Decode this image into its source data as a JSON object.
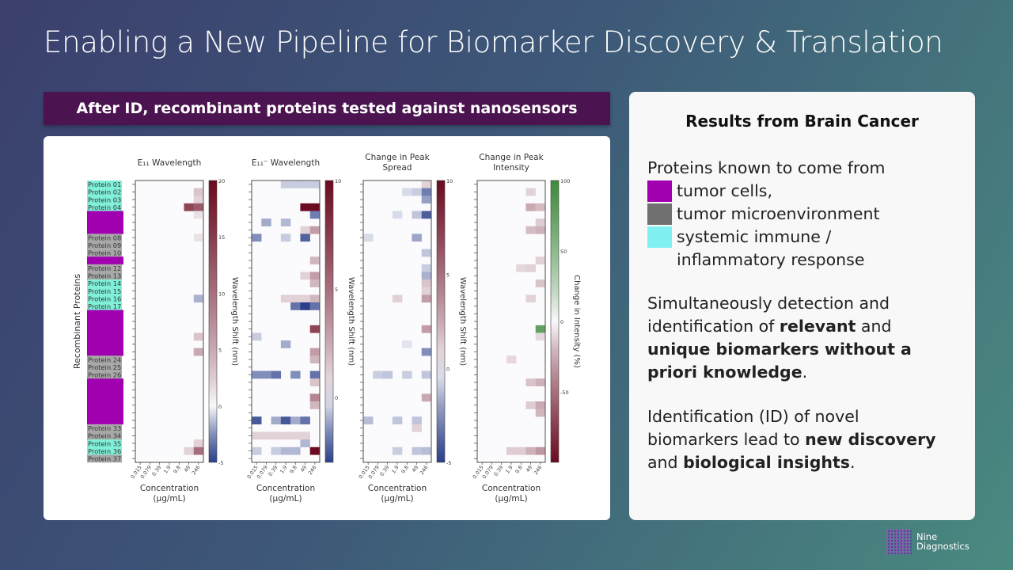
{
  "title": "Enabling a New Pipeline for Biomarker Discovery & Translation",
  "banner": "After ID, recombinant proteins tested against nanosensors",
  "figure": {
    "ylabel": "Recombinant Proteins",
    "xlabel_line1": "Concentration",
    "xlabel_line2": "(µg/mL)",
    "concentrations": [
      "0.015",
      "0.079",
      "0.39",
      "1.9",
      "9.8",
      "49",
      "246"
    ],
    "proteins": [
      {
        "label": "Protein 01",
        "group": "immune"
      },
      {
        "label": "Protein 02",
        "group": "immune"
      },
      {
        "label": "Protein 03",
        "group": "immune"
      },
      {
        "label": "Protein 04",
        "group": "immune"
      },
      {
        "label": "",
        "group": "tumor"
      },
      {
        "label": "",
        "group": "tumor"
      },
      {
        "label": "",
        "group": "tumor"
      },
      {
        "label": "Protein 08",
        "group": "micro"
      },
      {
        "label": "Protein 09",
        "group": "micro"
      },
      {
        "label": "Protein 10",
        "group": "micro"
      },
      {
        "label": "",
        "group": "tumor"
      },
      {
        "label": "Protein 12",
        "group": "micro"
      },
      {
        "label": "Protein 13",
        "group": "micro"
      },
      {
        "label": "Protein 14",
        "group": "immune"
      },
      {
        "label": "Protein 15",
        "group": "immune"
      },
      {
        "label": "Protein 16",
        "group": "immune"
      },
      {
        "label": "Protein 17",
        "group": "immune"
      },
      {
        "label": "",
        "group": "tumor"
      },
      {
        "label": "",
        "group": "tumor"
      },
      {
        "label": "",
        "group": "tumor"
      },
      {
        "label": "",
        "group": "tumor"
      },
      {
        "label": "",
        "group": "tumor"
      },
      {
        "label": "",
        "group": "tumor"
      },
      {
        "label": "Protein 24",
        "group": "micro"
      },
      {
        "label": "Protein 25",
        "group": "micro"
      },
      {
        "label": "Protein 26",
        "group": "micro"
      },
      {
        "label": "",
        "group": "tumor"
      },
      {
        "label": "",
        "group": "tumor"
      },
      {
        "label": "",
        "group": "tumor"
      },
      {
        "label": "",
        "group": "tumor"
      },
      {
        "label": "",
        "group": "tumor"
      },
      {
        "label": "",
        "group": "tumor"
      },
      {
        "label": "Protein 33",
        "group": "micro"
      },
      {
        "label": "Protein 34",
        "group": "micro"
      },
      {
        "label": "Protein 35",
        "group": "immune"
      },
      {
        "label": "Protein 36",
        "group": "immune"
      },
      {
        "label": "Protein 37",
        "group": "micro"
      }
    ],
    "group_colors": {
      "tumor": "#a000b0",
      "micro": "#a8a8a8",
      "immune": "#80f0d8"
    },
    "heatmaps": [
      {
        "title": "E₁₁ Wavelength",
        "cbar_label": "Wavelength Shift (nm)",
        "range": [
          -5,
          20
        ],
        "ticks": [
          "20",
          "15",
          "10",
          "5",
          "0",
          "-5"
        ],
        "tickvals": [
          20,
          15,
          10,
          5,
          0,
          -5
        ],
        "cmap": "rb",
        "cells": [
          [
            1,
            6,
            3
          ],
          [
            2,
            6,
            2
          ],
          [
            3,
            5,
            14
          ],
          [
            3,
            6,
            12
          ],
          [
            4,
            6,
            1
          ],
          [
            7,
            6,
            1
          ],
          [
            15,
            6,
            -1.5
          ],
          [
            20,
            6,
            3
          ],
          [
            22,
            6,
            5
          ],
          [
            34,
            6,
            2
          ],
          [
            35,
            5,
            2
          ],
          [
            35,
            6,
            10
          ]
        ]
      },
      {
        "title": "E₁₁⁻ Wavelength",
        "cbar_label": "Wavelength Shift (nm)",
        "range": [
          -3,
          10
        ],
        "ticks": [
          "10",
          "5",
          "0"
        ],
        "tickvals": [
          10,
          5,
          0
        ],
        "cmap": "rb",
        "cells": [
          [
            0,
            3,
            -0.5
          ],
          [
            0,
            4,
            -0.5
          ],
          [
            0,
            5,
            -0.5
          ],
          [
            0,
            6,
            -0.5
          ],
          [
            3,
            5,
            10
          ],
          [
            3,
            6,
            10
          ],
          [
            4,
            6,
            -1.8
          ],
          [
            5,
            1,
            -1
          ],
          [
            5,
            3,
            -0.8
          ],
          [
            6,
            5,
            1
          ],
          [
            6,
            6,
            3
          ],
          [
            7,
            0,
            -1.5
          ],
          [
            7,
            3,
            -0.5
          ],
          [
            7,
            5,
            -2.3
          ],
          [
            10,
            6,
            2
          ],
          [
            12,
            5,
            1
          ],
          [
            12,
            6,
            3
          ],
          [
            13,
            6,
            2
          ],
          [
            15,
            3,
            1
          ],
          [
            15,
            4,
            1
          ],
          [
            15,
            5,
            1
          ],
          [
            15,
            6,
            2
          ],
          [
            16,
            4,
            -2
          ],
          [
            16,
            5,
            -3
          ],
          [
            16,
            6,
            -2
          ],
          [
            19,
            6,
            7
          ],
          [
            20,
            0,
            -0.5
          ],
          [
            21,
            3,
            -1
          ],
          [
            22,
            6,
            3
          ],
          [
            23,
            6,
            2
          ],
          [
            25,
            0,
            -1.5
          ],
          [
            25,
            1,
            -1.5
          ],
          [
            25,
            2,
            -2
          ],
          [
            25,
            4,
            -1.5
          ],
          [
            25,
            6,
            -2
          ],
          [
            26,
            6,
            1.5
          ],
          [
            28,
            6,
            4
          ],
          [
            29,
            6,
            2
          ],
          [
            31,
            0,
            -2.5
          ],
          [
            31,
            2,
            -1
          ],
          [
            31,
            3,
            -2.5
          ],
          [
            31,
            4,
            -1
          ],
          [
            31,
            5,
            -2
          ],
          [
            33,
            0,
            1
          ],
          [
            33,
            1,
            1
          ],
          [
            33,
            2,
            1
          ],
          [
            33,
            3,
            1
          ],
          [
            33,
            4,
            1
          ],
          [
            33,
            5,
            1
          ],
          [
            34,
            5,
            -0.8
          ],
          [
            35,
            0,
            -0.5
          ],
          [
            35,
            2,
            -0.5
          ],
          [
            35,
            3,
            -0.8
          ],
          [
            35,
            4,
            -0.8
          ],
          [
            35,
            6,
            10
          ]
        ]
      },
      {
        "title": "Change in Peak Spread",
        "cbar_label": "Wavelength Shift (nm)",
        "range": [
          -5,
          10
        ],
        "ticks": [
          "10",
          "5",
          "0",
          "-5"
        ],
        "tickvals": [
          10,
          5,
          0,
          -5
        ],
        "cmap": "rb",
        "cells": [
          [
            0,
            6,
            1
          ],
          [
            1,
            4,
            -0.5
          ],
          [
            1,
            5,
            -0.8
          ],
          [
            1,
            6,
            -3
          ],
          [
            2,
            6,
            -2
          ],
          [
            4,
            3,
            -0.5
          ],
          [
            4,
            5,
            -1
          ],
          [
            4,
            6,
            -4
          ],
          [
            7,
            0,
            -0.5
          ],
          [
            7,
            5,
            -1.8
          ],
          [
            9,
            6,
            -1
          ],
          [
            11,
            6,
            -0.8
          ],
          [
            12,
            6,
            -1.5
          ],
          [
            13,
            6,
            1.5
          ],
          [
            14,
            6,
            1
          ],
          [
            15,
            3,
            1
          ],
          [
            15,
            6,
            3
          ],
          [
            19,
            6,
            3
          ],
          [
            21,
            4,
            -0.3
          ],
          [
            22,
            6,
            -2.5
          ],
          [
            25,
            1,
            -0.8
          ],
          [
            25,
            2,
            -1
          ],
          [
            25,
            4,
            -0.8
          ],
          [
            25,
            6,
            -1
          ],
          [
            28,
            6,
            2.5
          ],
          [
            31,
            0,
            -1.2
          ],
          [
            31,
            3,
            -1
          ],
          [
            31,
            5,
            -1
          ],
          [
            32,
            5,
            1
          ],
          [
            35,
            3,
            -0.8
          ],
          [
            35,
            5,
            -1
          ],
          [
            35,
            6,
            -1.2
          ]
        ]
      },
      {
        "title": "Change in Peak Intensity",
        "cbar_label": "Change in Intensity (%)",
        "range": [
          -100,
          100
        ],
        "ticks": [
          "100",
          "50",
          "0",
          "-50"
        ],
        "tickvals": [
          100,
          50,
          0,
          -50
        ],
        "cmap": "rg",
        "cells": [
          [
            1,
            5,
            -10
          ],
          [
            3,
            5,
            -25
          ],
          [
            3,
            6,
            -18
          ],
          [
            5,
            6,
            -12
          ],
          [
            6,
            5,
            -18
          ],
          [
            6,
            6,
            -22
          ],
          [
            10,
            6,
            -10
          ],
          [
            11,
            4,
            -8
          ],
          [
            11,
            5,
            -10
          ],
          [
            13,
            6,
            -15
          ],
          [
            15,
            5,
            -10
          ],
          [
            19,
            6,
            75
          ],
          [
            20,
            6,
            -8
          ],
          [
            23,
            3,
            -8
          ],
          [
            26,
            5,
            -15
          ],
          [
            26,
            6,
            -22
          ],
          [
            29,
            5,
            -12
          ],
          [
            29,
            6,
            -25
          ],
          [
            30,
            6,
            -20
          ],
          [
            35,
            3,
            -12
          ],
          [
            35,
            4,
            -12
          ],
          [
            35,
            5,
            -22
          ],
          [
            35,
            6,
            -32
          ]
        ]
      }
    ]
  },
  "right": {
    "title": "Results from Brain Cancer",
    "intro": "Proteins known to come from",
    "legend": [
      {
        "label": "tumor cells,",
        "color": "#a000b0"
      },
      {
        "label": "tumor microenvironment",
        "color": "#707070"
      },
      {
        "label": "systemic immune /",
        "color": "#80f0f0"
      }
    ],
    "legend_cont": "inflammatory response",
    "p2": {
      "a": "Simultaneously detection and",
      "b": "identification of ",
      "c": "relevant",
      "d": " and",
      "e": "unique biomarkers without a",
      "f": "priori knowledge",
      "g": "."
    },
    "p3": {
      "a": "Identification (ID) of novel",
      "b": "biomarkers lead to ",
      "c": "new discovery",
      "d": "and ",
      "e": "biological insights",
      "f": "."
    }
  },
  "logo": {
    "line1": "Nine",
    "line2": "Diagnostics"
  }
}
